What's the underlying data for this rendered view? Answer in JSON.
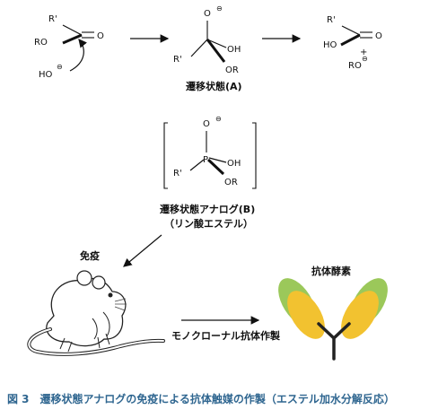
{
  "top_reaction": {
    "reactant": {
      "r_prime": "R'",
      "ro": "RO",
      "oxygen": "O",
      "hydroxide": "HO",
      "charge": "⊖"
    },
    "transition_state": {
      "o_minus": "O",
      "charge": "⊖",
      "oh": "OH",
      "r_prime": "R'",
      "or": "OR",
      "label": "遷移状態(A)"
    },
    "product": {
      "r_prime": "R'",
      "ho": "HO",
      "oxygen": "O",
      "plus": "+",
      "ro": "RO",
      "charge": "⊖"
    }
  },
  "analog": {
    "o_minus": "O",
    "charge": "⊖",
    "p": "P",
    "oh": "OH",
    "r_prime": "R'",
    "or": "OR",
    "label_line1": "遷移状態アナログ(B)",
    "label_line2": "（リン酸エステル）"
  },
  "lower": {
    "immunization": "免疫",
    "catalytic_antibody": "抗体酵素",
    "monoclonal": "モノクローナル抗体作製"
  },
  "caption": "図 3　遷移状態アナログの免疫による抗体触媒の作製（エステル加水分解反応）",
  "colors": {
    "caption": "#2f6690",
    "antibody_yellow": "#f2c230",
    "antibody_green": "#9bc85a",
    "antibody_stem": "#222222"
  }
}
